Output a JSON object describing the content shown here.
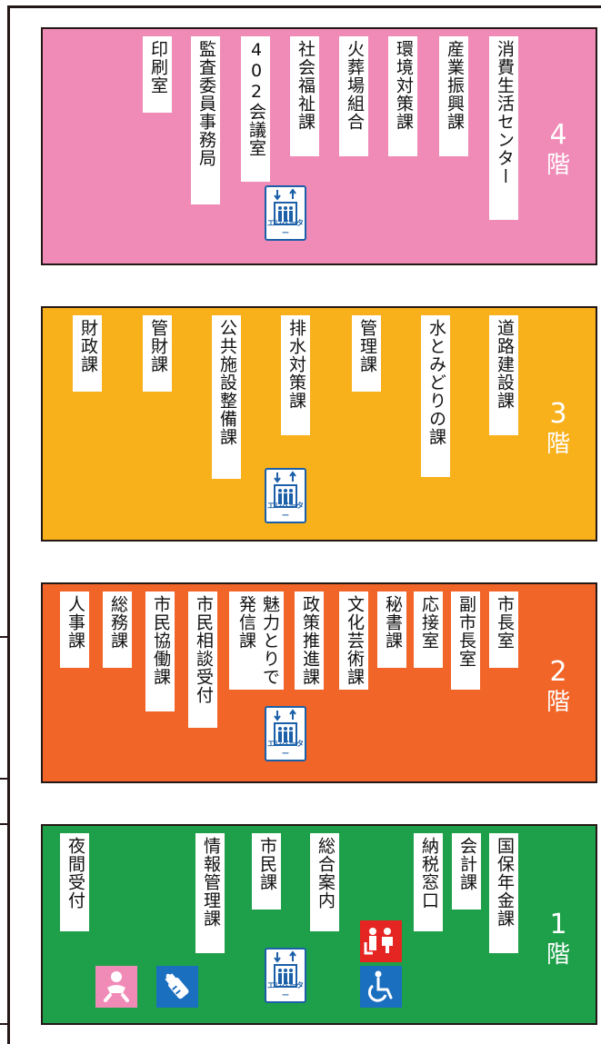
{
  "colors": {
    "floor4": "#f08bb8",
    "floor3": "#f8b01b",
    "floor2": "#f26528",
    "floor1": "#1ea04a",
    "elevator": "#1b5fa8",
    "baby_icon_bg": "#f08bb8",
    "bottle_icon_bg": "#1b6fbf",
    "restroom_icon_bg": "#e52521",
    "accessible_icon_bg": "#1b6fbf"
  },
  "elevator_label": "エレベーター",
  "floors": [
    {
      "id": "4f",
      "number": "4",
      "kai": "階",
      "rooms": [
        "消費生活センター",
        "産業振興課",
        "環境対策課",
        "火葬場組合",
        "社会福祉課",
        "402会議室",
        "監査委員事務局",
        "印刷室"
      ]
    },
    {
      "id": "3f",
      "number": "3",
      "kai": "階",
      "rooms": [
        "道路建設課",
        "水とみどりの課",
        "管理課",
        "排水対策課",
        "公共施設整備課",
        "管財課",
        "財政課"
      ]
    },
    {
      "id": "2f",
      "number": "2",
      "kai": "階",
      "rooms": [
        "市長室",
        "副市長室",
        "応接室",
        "秘書課",
        "文化芸術課",
        "政策推進課",
        "魅力とりで発信課",
        "市民相談受付",
        "市民協働課",
        "総務課",
        "人事課"
      ],
      "multi_col": {
        "魅力とりで発信課": [
          "魅力とりで",
          "発信課"
        ]
      }
    },
    {
      "id": "1f",
      "number": "1",
      "kai": "階",
      "rooms": [
        "国保年金課",
        "会計課",
        "納税窓口",
        "総合案内",
        "市民課",
        "情報管理課",
        "夜間受付"
      ],
      "icons": [
        "baby-care-icon",
        "baby-bottle-icon",
        "restroom-icon",
        "wheelchair-icon"
      ]
    }
  ]
}
